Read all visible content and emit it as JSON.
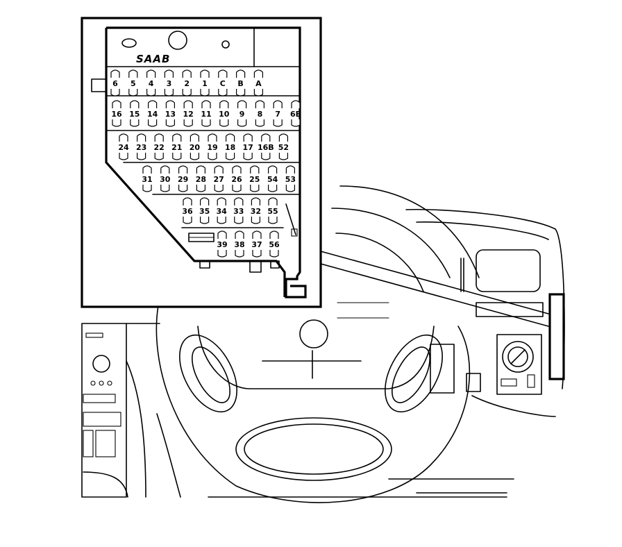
{
  "logo": {
    "text": "SAAB"
  },
  "fuse_box": {
    "rows": [
      {
        "labels": [
          "6",
          "5",
          "4",
          "3",
          "2",
          "1",
          "C",
          "B",
          "A"
        ]
      },
      {
        "labels": [
          "16",
          "15",
          "14",
          "13",
          "12",
          "11",
          "10",
          "9",
          "8",
          "7",
          "6B"
        ]
      },
      {
        "labels": [
          "24",
          "23",
          "22",
          "21",
          "20",
          "19",
          "18",
          "17",
          "16B",
          "52"
        ]
      },
      {
        "labels": [
          "31",
          "30",
          "29",
          "28",
          "27",
          "26",
          "25",
          "54",
          "53"
        ]
      },
      {
        "labels": [
          "36",
          "35",
          "34",
          "33",
          "32",
          "55"
        ]
      },
      {
        "labels": [
          "39",
          "38",
          "37",
          "56"
        ]
      }
    ]
  }
}
